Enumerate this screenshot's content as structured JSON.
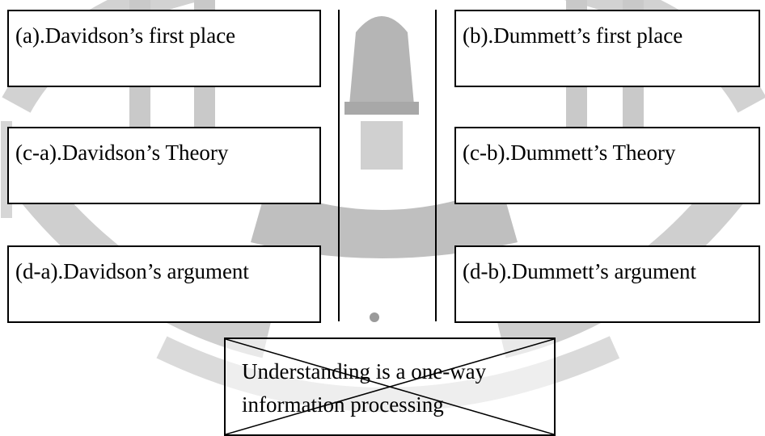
{
  "boxes": {
    "a": "(a).Davidson’s first place",
    "b": "(b).Dummett’s first place",
    "ca": "(c-a).Davidson’s Theory",
    "cb": "(c-b).Dummett’s Theory",
    "da": "(d-a).Davidson’s argument",
    "db": "(d-b).Dummett’s argument"
  },
  "crossed_out": {
    "line1": "Understanding is a one-way",
    "line2": "information processing"
  },
  "colors": {
    "watermark": "#d4d4d4",
    "watermark_dark": "#bdbdbd",
    "line": "#000000"
  }
}
